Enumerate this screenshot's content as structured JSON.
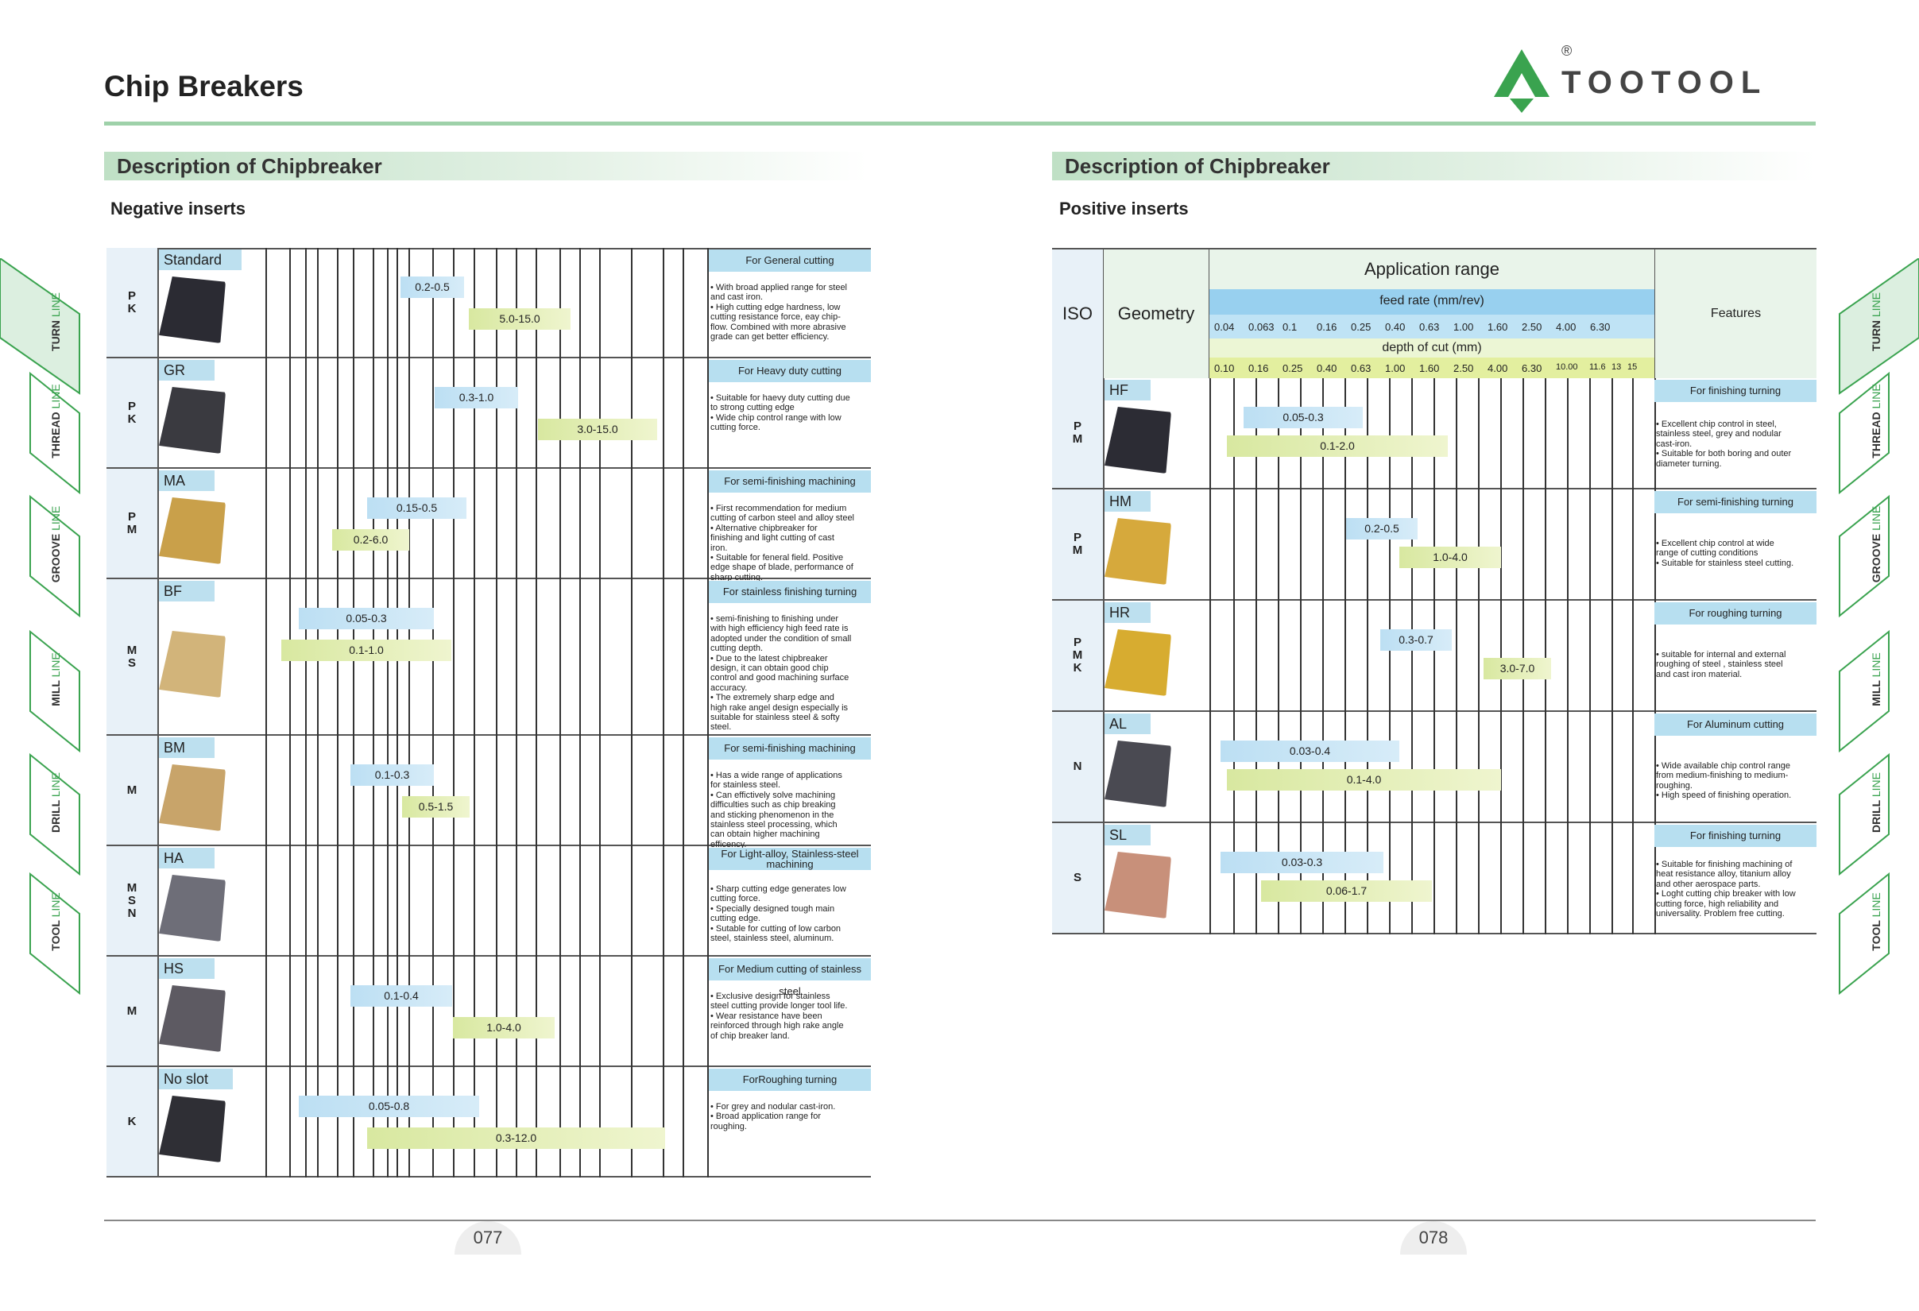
{
  "header": {
    "title": "Chip Breakers",
    "brand": "TOOTOOL",
    "registered": "®",
    "brand_color": "#3aa34f"
  },
  "left": {
    "section_title": "Description of Chipbreaker",
    "subtitle": "Negative inserts",
    "rows": [
      {
        "iso": "P\nK",
        "geometry": "Standard",
        "insert_color": "#2b2b33",
        "feature_title": "For General cutting",
        "feature_desc": "• With broad applied range for steel\nand cast iron.\n• High cutting edge hardness, low\ncutting resistance force, eay chip-\nflow.  Combined with more abrasive\ngrade can get better efficiency.",
        "bars": [
          {
            "label": "0.2-0.5",
            "color": "blue"
          },
          {
            "label": "5.0-15.0",
            "color": "green"
          }
        ]
      },
      {
        "iso": "P\nK",
        "geometry": "GR",
        "insert_color": "#3a3a40",
        "feature_title": "For Heavy duty cutting",
        "feature_desc": "• Suitable for haevy duty cutting due\nto strong cutting edge\n• Wide chip control range with low\ncutting force.",
        "bars": [
          {
            "label": "0.3-1.0",
            "color": "blue"
          },
          {
            "label": "3.0-15.0",
            "color": "green"
          }
        ]
      },
      {
        "iso": "P\nM",
        "geometry": "MA",
        "insert_color": "#c9a04a",
        "feature_title": "For semi-finishing machining",
        "feature_desc": "• First recommendation for medium\ncutting of carbon steel and alloy steel\n• Alternative chipbreaker for\nfinishing and light cutting of cast\niron.\n• Suitable for feneral field. Positive\nedge shape of blade, performance of\nsharp cutting.",
        "bars": [
          {
            "label": "0.15-0.5",
            "color": "blue"
          },
          {
            "label": "0.2-6.0",
            "color": "green"
          }
        ]
      },
      {
        "iso": "M\nS",
        "geometry": "BF",
        "insert_color": "#d2b47a",
        "feature_title": "For stainless finishing turning",
        "feature_desc": "•  semi-finishing to finishing under\nwith high efficiency high feed rate is\nadopted under the condition of small\ncutting depth.\n• Due to the latest chipbreaker\ndesign, it can obtain good chip\ncontrol and good machining surface\naccuracy.\n• The extremely sharp edge and\nhigh rake angel design especially is\nsuitable for stainless steel & softy\nsteel.",
        "bars": [
          {
            "label": "0.05-0.3",
            "color": "blue"
          },
          {
            "label": "0.1-1.0",
            "color": "green"
          }
        ]
      },
      {
        "iso": "M",
        "geometry": "BM",
        "insert_color": "#c8a46a",
        "feature_title": "For semi-finishing machining",
        "feature_desc": "• Has a wide range of applications\nfor stainless steel.\n•  Can effictively solve machining\ndifficulties such as chip breaking\nand sticking phenomenon in the\nstainless steel processing, which\ncan obtain higher machining\nefficency.",
        "bars": [
          {
            "label": "0.1-0.3",
            "color": "blue"
          },
          {
            "label": "0.5-1.5",
            "color": "green"
          }
        ]
      },
      {
        "iso": "M\nS\nN",
        "geometry": "HA",
        "insert_color": "#6e6e78",
        "feature_title": "For Light-alloy, Stainless-steel machining",
        "feature_desc": "•  Sharp cutting edge generates low\ncutting force.\n•  Specially designed tough main\ncutting edge.\n•  Sutable for cutting of low carbon\nsteel, stainless steel, aluminum.",
        "bars": []
      },
      {
        "iso": "M",
        "geometry": "HS",
        "insert_color": "#5d5a62",
        "feature_title": "For Medium cutting of stainless steel",
        "feature_desc": "• Exclusive design for stainless\nsteel cutting provide longer tool life.\n• Wear resistance have been\nreinforced through high rake angle\nof chip breaker land.",
        "bars": [
          {
            "label": "0.1-0.4",
            "color": "blue"
          },
          {
            "label": "1.0-4.0",
            "color": "green"
          }
        ]
      },
      {
        "iso": "K",
        "geometry": "No slot",
        "insert_color": "#2f2f35",
        "feature_title": "ForRoughing turning",
        "feature_desc": "• For grey and nodular cast-iron.\n• Broad application range for\nroughing.",
        "bars": [
          {
            "label": "0.05-0.8",
            "color": "blue"
          },
          {
            "label": "0.3-12.0",
            "color": "green"
          }
        ]
      }
    ]
  },
  "right": {
    "section_title": "Description of Chipbreaker",
    "subtitle": "Positive inserts",
    "head": {
      "iso": "ISO",
      "geometry": "Geometry",
      "app": "Application range",
      "feed": "feed rate (mm/rev)",
      "depth": "depth of cut (mm)",
      "features": "Features"
    },
    "feed_ticks": [
      "0.04",
      "0.063",
      "0.1",
      "0.16",
      "0.25",
      "0.40",
      "0.63",
      "1.00",
      "1.60",
      "2.50",
      "4.00",
      "6.30"
    ],
    "depth_ticks": [
      "0.10",
      "0.16",
      "0.25",
      "0.40",
      "0.63",
      "1.00",
      "1.60",
      "2.50",
      "4.00",
      "6.30",
      "10.00",
      "11.6",
      "13",
      "15"
    ],
    "rows": [
      {
        "iso": "P\nM",
        "geometry": "HF",
        "insert_color": "#2c2c34",
        "feature_title": "For finishing turning",
        "feature_desc": "• Excellent chip control in steel,\nstainless steel, grey and nodular\ncast-iron.\n• Suitable for both boring and outer\ndiameter turning.",
        "bars": [
          {
            "label": "0.05-0.3",
            "color": "blue"
          },
          {
            "label": "0.1-2.0",
            "color": "green"
          }
        ]
      },
      {
        "iso": "P\nM",
        "geometry": "HM",
        "insert_color": "#d6a93c",
        "feature_title": "For semi-finishing turning",
        "feature_desc": "• Excellent chip control at wide\nrange of cutting conditions\n• Suitable for stainless steel cutting.",
        "bars": [
          {
            "label": "0.2-0.5",
            "color": "blue"
          },
          {
            "label": "1.0-4.0",
            "color": "green"
          }
        ]
      },
      {
        "iso": "P\nM\nK",
        "geometry": "HR",
        "insert_color": "#d7ac30",
        "feature_title": "For roughing turning",
        "feature_desc": "• suitable for internal and external\nroughing of steel , stainless steel\nand cast iron material.",
        "bars": [
          {
            "label": "0.3-0.7",
            "color": "blue"
          },
          {
            "label": "3.0-7.0",
            "color": "green"
          }
        ]
      },
      {
        "iso": "N",
        "geometry": "AL",
        "insert_color": "#4a4a52",
        "feature_title": "For Aluminum cutting",
        "feature_desc": "• Wide available chip control range\nfrom medium-finishing to medium-\nroughing.\n• High speed of finishing operation.",
        "bars": [
          {
            "label": "0.03-0.4",
            "color": "blue"
          },
          {
            "label": "0.1-4.0",
            "color": "green"
          }
        ]
      },
      {
        "iso": "S",
        "geometry": "SL",
        "insert_color": "#c8907a",
        "feature_title": "For finishing turning",
        "feature_desc": "• Suitable for finishing machining of\nheat resistance alloy, titanium alloy\nand other aerospace parts.\n• Loght cutting chip breaker with low\ncutting force, high reliability and\nuniversality. Problem free cutting.",
        "bars": [
          {
            "label": "0.03-0.3",
            "color": "blue"
          },
          {
            "label": "0.06-1.7",
            "color": "green"
          }
        ]
      }
    ]
  },
  "side_tabs": [
    {
      "a": "TURN",
      "b": "LINE"
    },
    {
      "a": "THREAD",
      "b": "LINE"
    },
    {
      "a": "GROOVE",
      "b": "LINE"
    },
    {
      "a": "MILL",
      "b": "LINE"
    },
    {
      "a": "DRILL",
      "b": "LINE"
    },
    {
      "a": "TOOL",
      "b": "LINE"
    }
  ],
  "pages": {
    "left": "077",
    "right": "078"
  }
}
